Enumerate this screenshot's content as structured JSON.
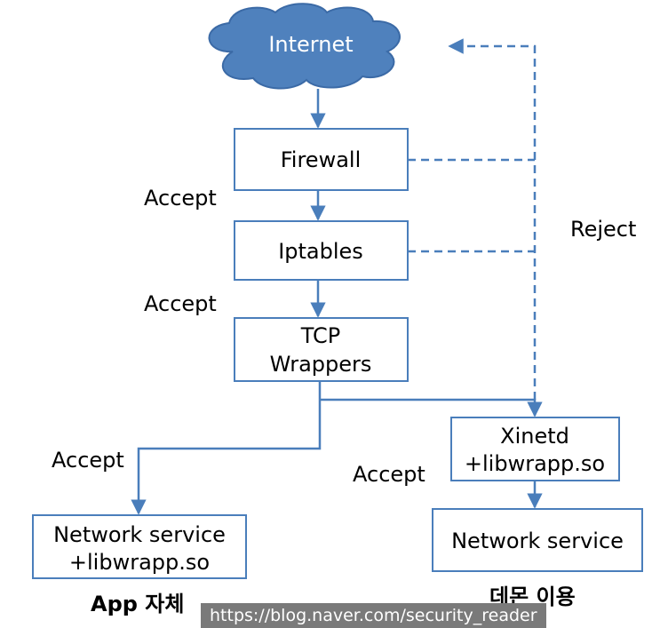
{
  "nodes": {
    "internet": "Internet",
    "firewall": "Firewall",
    "iptables": "Iptables",
    "tcp_wrappers": [
      "TCP",
      "Wrappers"
    ],
    "xinetd": [
      "Xinetd",
      "+libwrapp.so"
    ],
    "network_service_left": [
      "Network service",
      "+libwrapp.so"
    ],
    "network_service_right": "Network service"
  },
  "labels": {
    "accept_1": "Accept",
    "accept_2": "Accept",
    "accept_left": "Accept",
    "accept_right": "Accept",
    "reject": "Reject",
    "app_self": "App 자체",
    "daemon_use": "데몬 이용"
  },
  "watermark": "https://blog.naver.com/security_reader",
  "colors": {
    "line": "#4a7ebb",
    "cloud_fill": "#4f81bd",
    "cloud_stroke": "#3b6aa6",
    "box_stroke": "#4a7ebb"
  }
}
